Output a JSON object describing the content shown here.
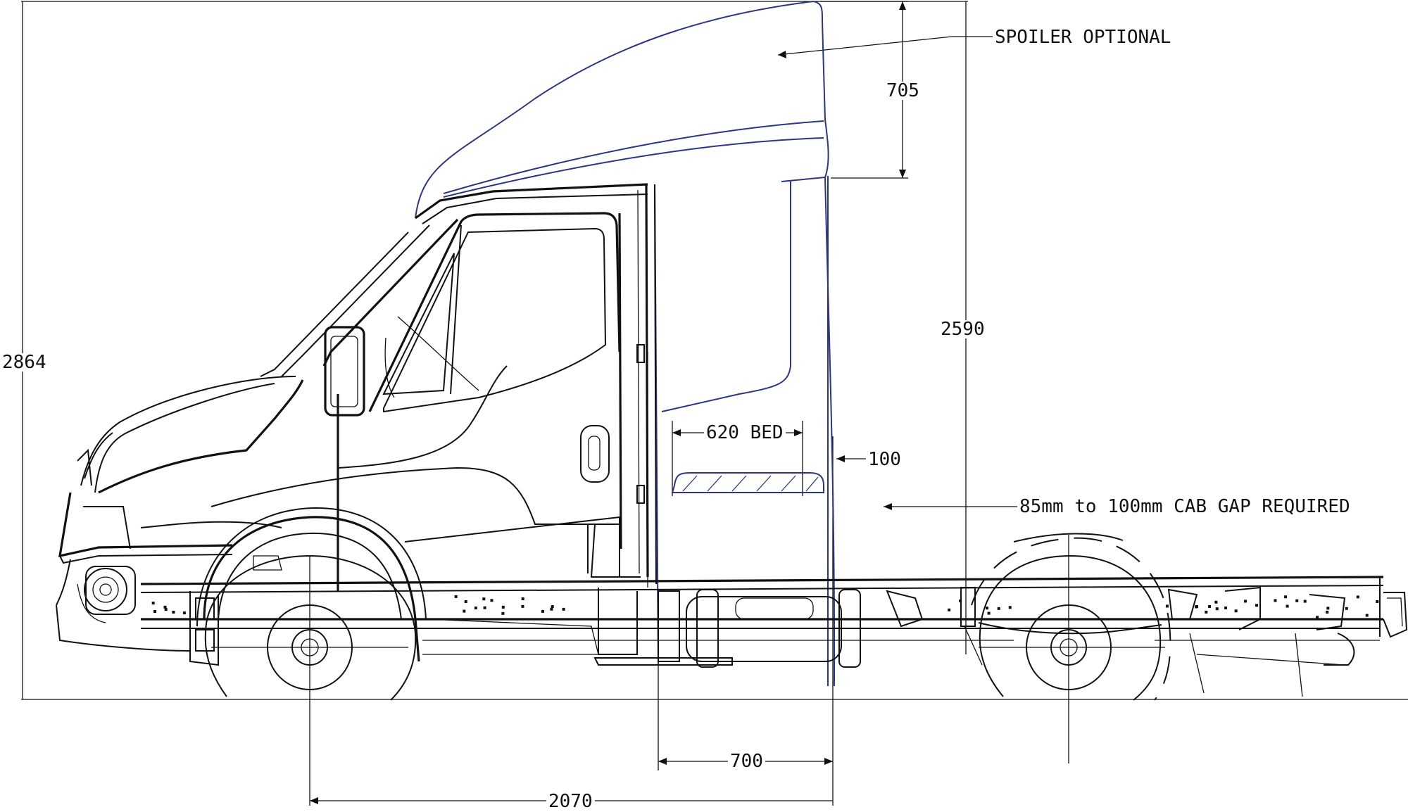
{
  "dimensions": {
    "overall_height": "2864",
    "cab_height": "2590",
    "spoiler_height": "705",
    "bed_width": "620 BED",
    "spoiler_gap": "100",
    "gap_bed_axle": "700",
    "front_axle_to_cab_back": "2070"
  },
  "notes": {
    "spoiler": "SPOILER OPTIONAL",
    "cab_gap": "85mm to 100mm CAB GAP REQUIRED"
  },
  "colors": {
    "outline": "#111111",
    "spoiler": "#2c3583"
  }
}
